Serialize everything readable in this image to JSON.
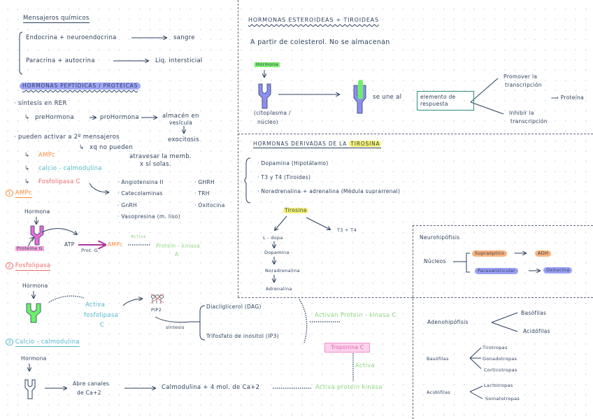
{
  "left": {
    "mensajeros": {
      "title": "Mensajeros químicos",
      "rows": [
        {
          "left": "Endocrina + neuroendocrina",
          "right": "sangre"
        },
        {
          "left": "Paracrina + autocrina",
          "right": "Líq. intersticial"
        }
      ]
    },
    "peptidicas": {
      "title": "HORMONAS PEPTÍDICAS / PROTEICAS",
      "synthesis": "· síntesis en RER",
      "chain": {
        "a": "preHormona",
        "b": "proHormona",
        "c": "almacén en",
        "c2": "vesícula",
        "d": "exocitosis"
      },
      "second_messengers": "· pueden activar a 2º mensajeros",
      "reason_1": "xq no pueden",
      "reason_2": "atravesar la memb.",
      "reason_3": "x sí solas.",
      "pathways": [
        "AMPc",
        "calcio - calmodulina",
        "Fosfolipasa C"
      ],
      "fosfo_hormones_col1": [
        "Angiotensina II",
        "Catecolaminas",
        "GnRH",
        "Vasopresina (m. liso)"
      ],
      "fosfo_hormones_col2": [
        "GHRH",
        "TRH",
        "Oxitocina"
      ]
    },
    "ampc": {
      "heading_num": "1",
      "heading": "AMPc",
      "hormona": "Hormona",
      "proteina_g": "Proteína G",
      "atp": "ATP",
      "prot_g": "Prot. G",
      "ampc": "AMPc",
      "activa": "Activa",
      "pka_1": "Proteín - kinasa",
      "pka_2": "A"
    },
    "fosfolipasa": {
      "heading_num": "2",
      "heading": "Fosfolipasa",
      "hormona": "Hormona",
      "activa_1": "Activa",
      "activa_2": "fosfolipasa",
      "activa_3": "C",
      "pip2": "PIP2",
      "sintesis": "síntesis",
      "dag": "Diacilglicerol (DAG)",
      "ip3": "Trifosfato de inositol (IP3)",
      "pkc": "Activan Protein - kinasa C"
    },
    "calcio": {
      "heading_num": "3",
      "heading": "Calcio - calmodulina",
      "hormona": "Hormona",
      "canales_1": "Abre canales",
      "canales_2": "de Ca+2",
      "calmodulina": "Calmodulina + 4 mol. de Ca+2",
      "troponina": "Troponina C",
      "activa": "Activa",
      "activa_pk": "Activa protein kinasa"
    }
  },
  "right": {
    "esteroideas": {
      "title": "HORMONAS ESTEROIDEAS + TIROIDEAS",
      "subtitle": "A partir de colesterol. No se almacenan",
      "hormona": "Hormona",
      "location_1": "(citoplasma /",
      "location_2": "núcleo)",
      "se_une": "se une al",
      "elemento": "elemento de respuesta",
      "promover_1": "Promover la",
      "promover_2": "transcripción",
      "proteina": "⟹ Proteína",
      "inhibir_1": "Inhibir la",
      "inhibir_2": "transcripción"
    },
    "tirosina": {
      "title_a": "HORMONAS DERIVADAS DE LA",
      "title_b": "TIROSINA",
      "items": [
        "· Dopamina (Hipotálamo)",
        "· T3 y T4 (Tiroides)",
        "· Noradrenalina + adrenalina (Médula suprarrenal)"
      ],
      "root": "Tirosina",
      "branch_right": "T3 + T4",
      "chain": [
        "L - dopa",
        "Dopamina",
        "Noradrenalina",
        "Adrenalina"
      ]
    },
    "neurohipofisis": {
      "title": "Neurohipófisis",
      "nucleos": "Núcleos",
      "supraoptico": "Supraóptico",
      "adh": "ADH",
      "paraventricular": "Paraventricular",
      "oxitocina": "Oxitocina"
    },
    "adenohipofisis": {
      "title": "Adenohipófisis",
      "types": [
        "Basófilas",
        "Acidófilas"
      ],
      "basofilas_label": "Basófilas",
      "basofilas": [
        "Tirotropas",
        "Gonadotropas",
        "Corticotropas"
      ],
      "acidofilas_label": "Acidófilas",
      "acidofilas": [
        "Lactotropas",
        "Somatotropas"
      ]
    }
  },
  "colors": {
    "ink": "#2b3f5c",
    "orange": "#f58a3a",
    "teal": "#4fb8c8",
    "red": "#ee6a68",
    "green": "#8fd67e",
    "purple_highlight": "#9fa5f5",
    "yellow_highlight": "#f7f271",
    "pink_receptor": "#e76cd7",
    "green_receptor": "#6cf06a",
    "blue_receptor": "#8c8ff0"
  }
}
